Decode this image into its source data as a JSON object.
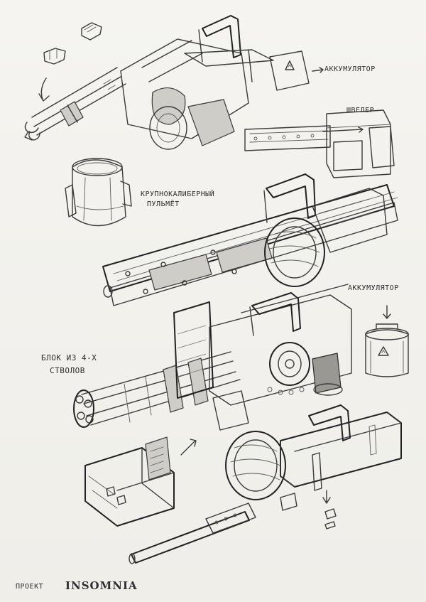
{
  "labels": {
    "battery_1": "АККУМУЛЯТОР",
    "channel": "ШВЕЛЕР",
    "heavy_mg_line1": "КРУПНОКАЛИБЕРНЫЙ",
    "heavy_mg_line2": "ПУЛЬМЁТ",
    "battery_2": "АККУМУЛЯТОР",
    "barrel_block_line1": "БЛОК ИЗ 4-Х",
    "barrel_block_line2": "СТВОЛОВ",
    "project_word": "ПРОЕКТ",
    "project_name": "INSOMNIA"
  },
  "colors": {
    "paper": "#f4f3ef",
    "pencil": "#3a3a3a",
    "shading": "#cfcdc7"
  }
}
